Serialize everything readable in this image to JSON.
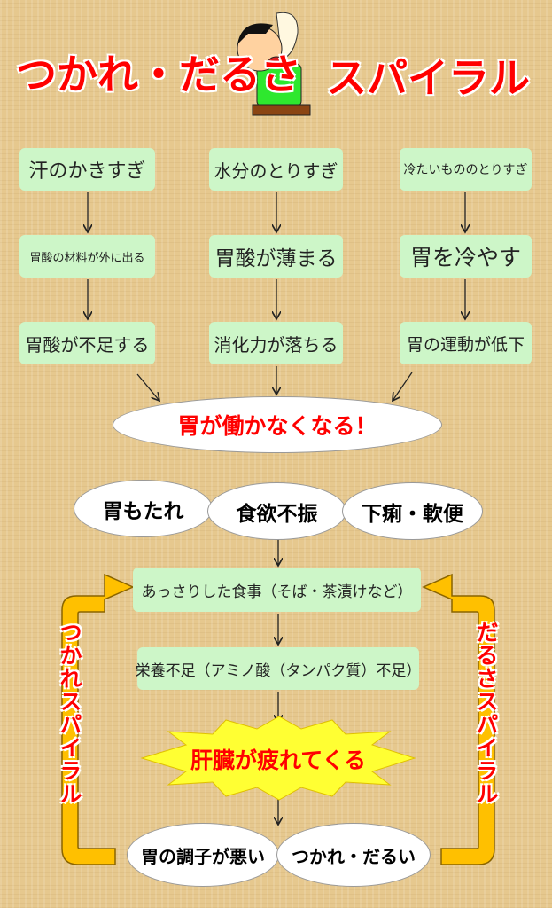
{
  "title": {
    "left": "つかれ・だるさ",
    "right": "スパイラル"
  },
  "columns": [
    [
      "汗のかきすぎ",
      "胃酸の材料が外に出る",
      "胃酸が不足する"
    ],
    [
      "水分のとりすぎ",
      "胃酸が薄まる",
      "消化力が落ちる"
    ],
    [
      "冷たいもののとりすぎ",
      "胃を冷やす",
      "胃の運動が低下"
    ]
  ],
  "result": "胃が働かなくなる！",
  "symptoms": [
    "胃もたれ",
    "食欲不振",
    "下痢・軟便"
  ],
  "flow": [
    "あっさりした食事（そば・茶漬けなど）",
    "栄養不足（アミノ酸（タンパク質）不足）"
  ],
  "liver": "肝臓が疲れてくる",
  "outcomes": [
    "胃の調子が悪い",
    "つかれ・だるい"
  ],
  "spirals": {
    "left": "つかれスパイラル",
    "right": "だるさスパイラル"
  },
  "colors": {
    "box": "#cdf6c8",
    "title": "#ff0000",
    "arrow": "#ffc000"
  }
}
